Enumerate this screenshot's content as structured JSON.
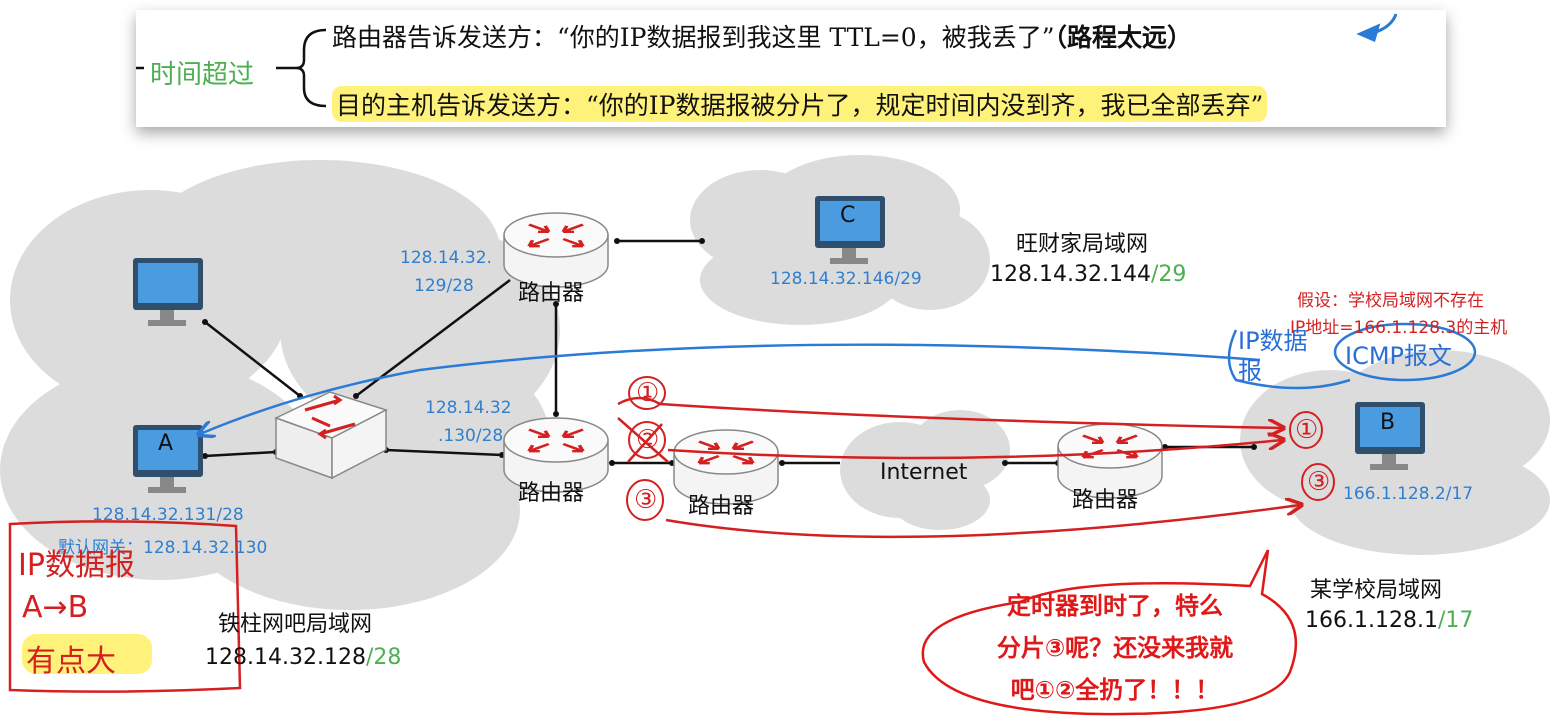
{
  "banner": {
    "category": "时间超过",
    "line1_text": "路由器告诉发送方：“你的IP数据报到我这里 TTL=0，被我丢了”",
    "line1_bold": "（路程太远）",
    "line2_text": "目的主机告诉发送方：“你的IP数据报被分片了，规定时间内没到齐，我已全部丢弃”"
  },
  "networks": {
    "tiezhu": {
      "name": "铁柱网吧局域网",
      "addr": "128.14.32.128",
      "prefix": "/28"
    },
    "wangcai": {
      "name": "旺财家局域网",
      "addr": "128.14.32.144",
      "prefix": "/29"
    },
    "school": {
      "name": "某学校局域网",
      "addr": "166.1.128.1",
      "prefix": "/17"
    },
    "internet": {
      "name": "Internet"
    }
  },
  "routers": {
    "top": {
      "name": "路由器",
      "ip_line1": "128.14.32.",
      "ip_line2": "129/28"
    },
    "mid": {
      "name": "路由器",
      "ip_line1": "128.14.32",
      "ip_line2": ".130/28"
    },
    "right1": {
      "name": "路由器"
    },
    "right2": {
      "name": "路由器"
    }
  },
  "hosts": {
    "a": {
      "label": "A",
      "ip": "128.14.32.131/28",
      "gateway": "默认网关：128.14.32.130"
    },
    "b": {
      "label": "B",
      "ip": "166.1.128.2/17"
    },
    "c": {
      "label": "C",
      "ip": "128.14.32.146/29"
    }
  },
  "annotations": {
    "assume_line1": "假设：学校局域网不存在",
    "assume_line2": "IP地址=166.1.128.3的主机",
    "icmp_ip": "IP数据报",
    "icmp_label": "ICMP报文",
    "box_line1": "IP数据报",
    "box_line2": "A→B",
    "box_line3": "有点大",
    "frag1": "①",
    "frag2": "②",
    "frag3": "③",
    "bubble_line1": "定时器到时了，特么",
    "bubble_line2": "分片③呢？还没来我就",
    "bubble_line3": "吧①②全扔了！！！"
  },
  "colors": {
    "green": "#4caf50",
    "blue_ip": "#2f7fd0",
    "red": "#d42020",
    "cloud": "#dcdcdc",
    "router_arrow": "#d42020",
    "screen": "#4a9be0"
  }
}
